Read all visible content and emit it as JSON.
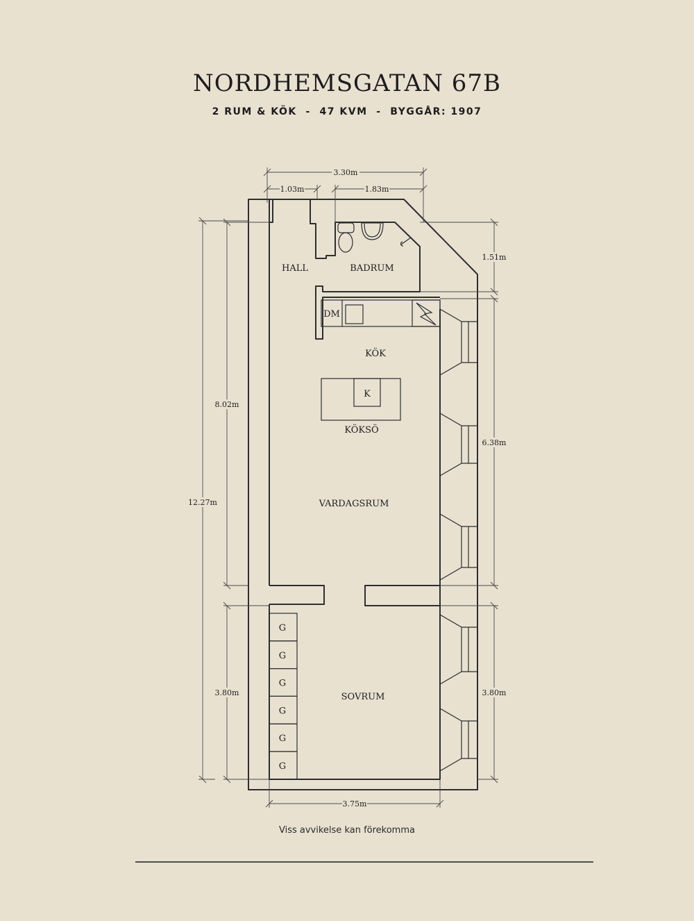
{
  "header": {
    "title": "NORDHEMSGATAN 67B",
    "subtitle": "2 RUM & KÖK  -  47 KVM  -  BYGGÅR: 1907"
  },
  "rooms": {
    "hall": "HALL",
    "badrum": "BADRUM",
    "kok": "KÖK",
    "koksö": "KÖKSÖ",
    "vardagsrum": "VARDAGSRUM",
    "sovrum": "SOVRUM"
  },
  "fixtures": {
    "dishwasher": "DM",
    "island": "K",
    "wardrobes": [
      "G",
      "G",
      "G",
      "G",
      "G",
      "G"
    ]
  },
  "dimensions": {
    "top_total": "3.30m",
    "top_hall": "1.03m",
    "top_bath": "1.83m",
    "right_bath": "1.51m",
    "right_living": "6.38m",
    "right_bed": "3.80m",
    "left_total": "12.27m",
    "left_living": "8.02m",
    "left_bed": "3.80m",
    "bottom": "3.75m"
  },
  "footer": {
    "note": "Viss avvikelse kan förekomma"
  }
}
